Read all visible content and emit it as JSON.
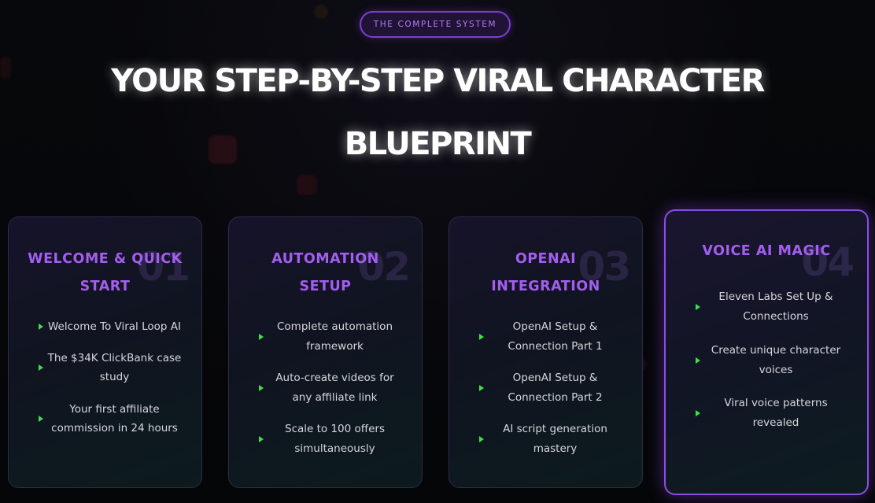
{
  "badge": "THE COMPLETE SYSTEM",
  "headline": {
    "line1": "YOUR STEP-BY-STEP VIRAL CHARACTER",
    "line2": "BLUEPRINT"
  },
  "cards": [
    {
      "number": "01",
      "title": "WELCOME & QUICK START",
      "items": [
        "Welcome To Viral Loop AI",
        "The $34K ClickBank case study",
        "Your first affiliate commission in 24 hours"
      ]
    },
    {
      "number": "02",
      "title": "AUTOMATION SETUP",
      "items": [
        "Complete automation framework",
        "Auto-create videos for any affiliate link",
        "Scale to 100 offers simultaneously"
      ]
    },
    {
      "number": "03",
      "title": "OPENAI INTEGRATION",
      "items": [
        "OpenAI Setup & Connection Part 1",
        "OpenAI Setup & Connection Part 2",
        "AI script generation mastery"
      ]
    },
    {
      "number": "04",
      "title": "VOICE AI MAGIC",
      "items": [
        "Eleven Labs Set Up & Connections",
        "Create unique character voices",
        "Viral voice patterns revealed"
      ]
    }
  ],
  "colors": {
    "accent_purple": "#a35ef0",
    "bullet_green": "#3ee04a",
    "background": "#06070a"
  },
  "icons": {
    "bullet": "green-triangle-arrow-icon"
  }
}
